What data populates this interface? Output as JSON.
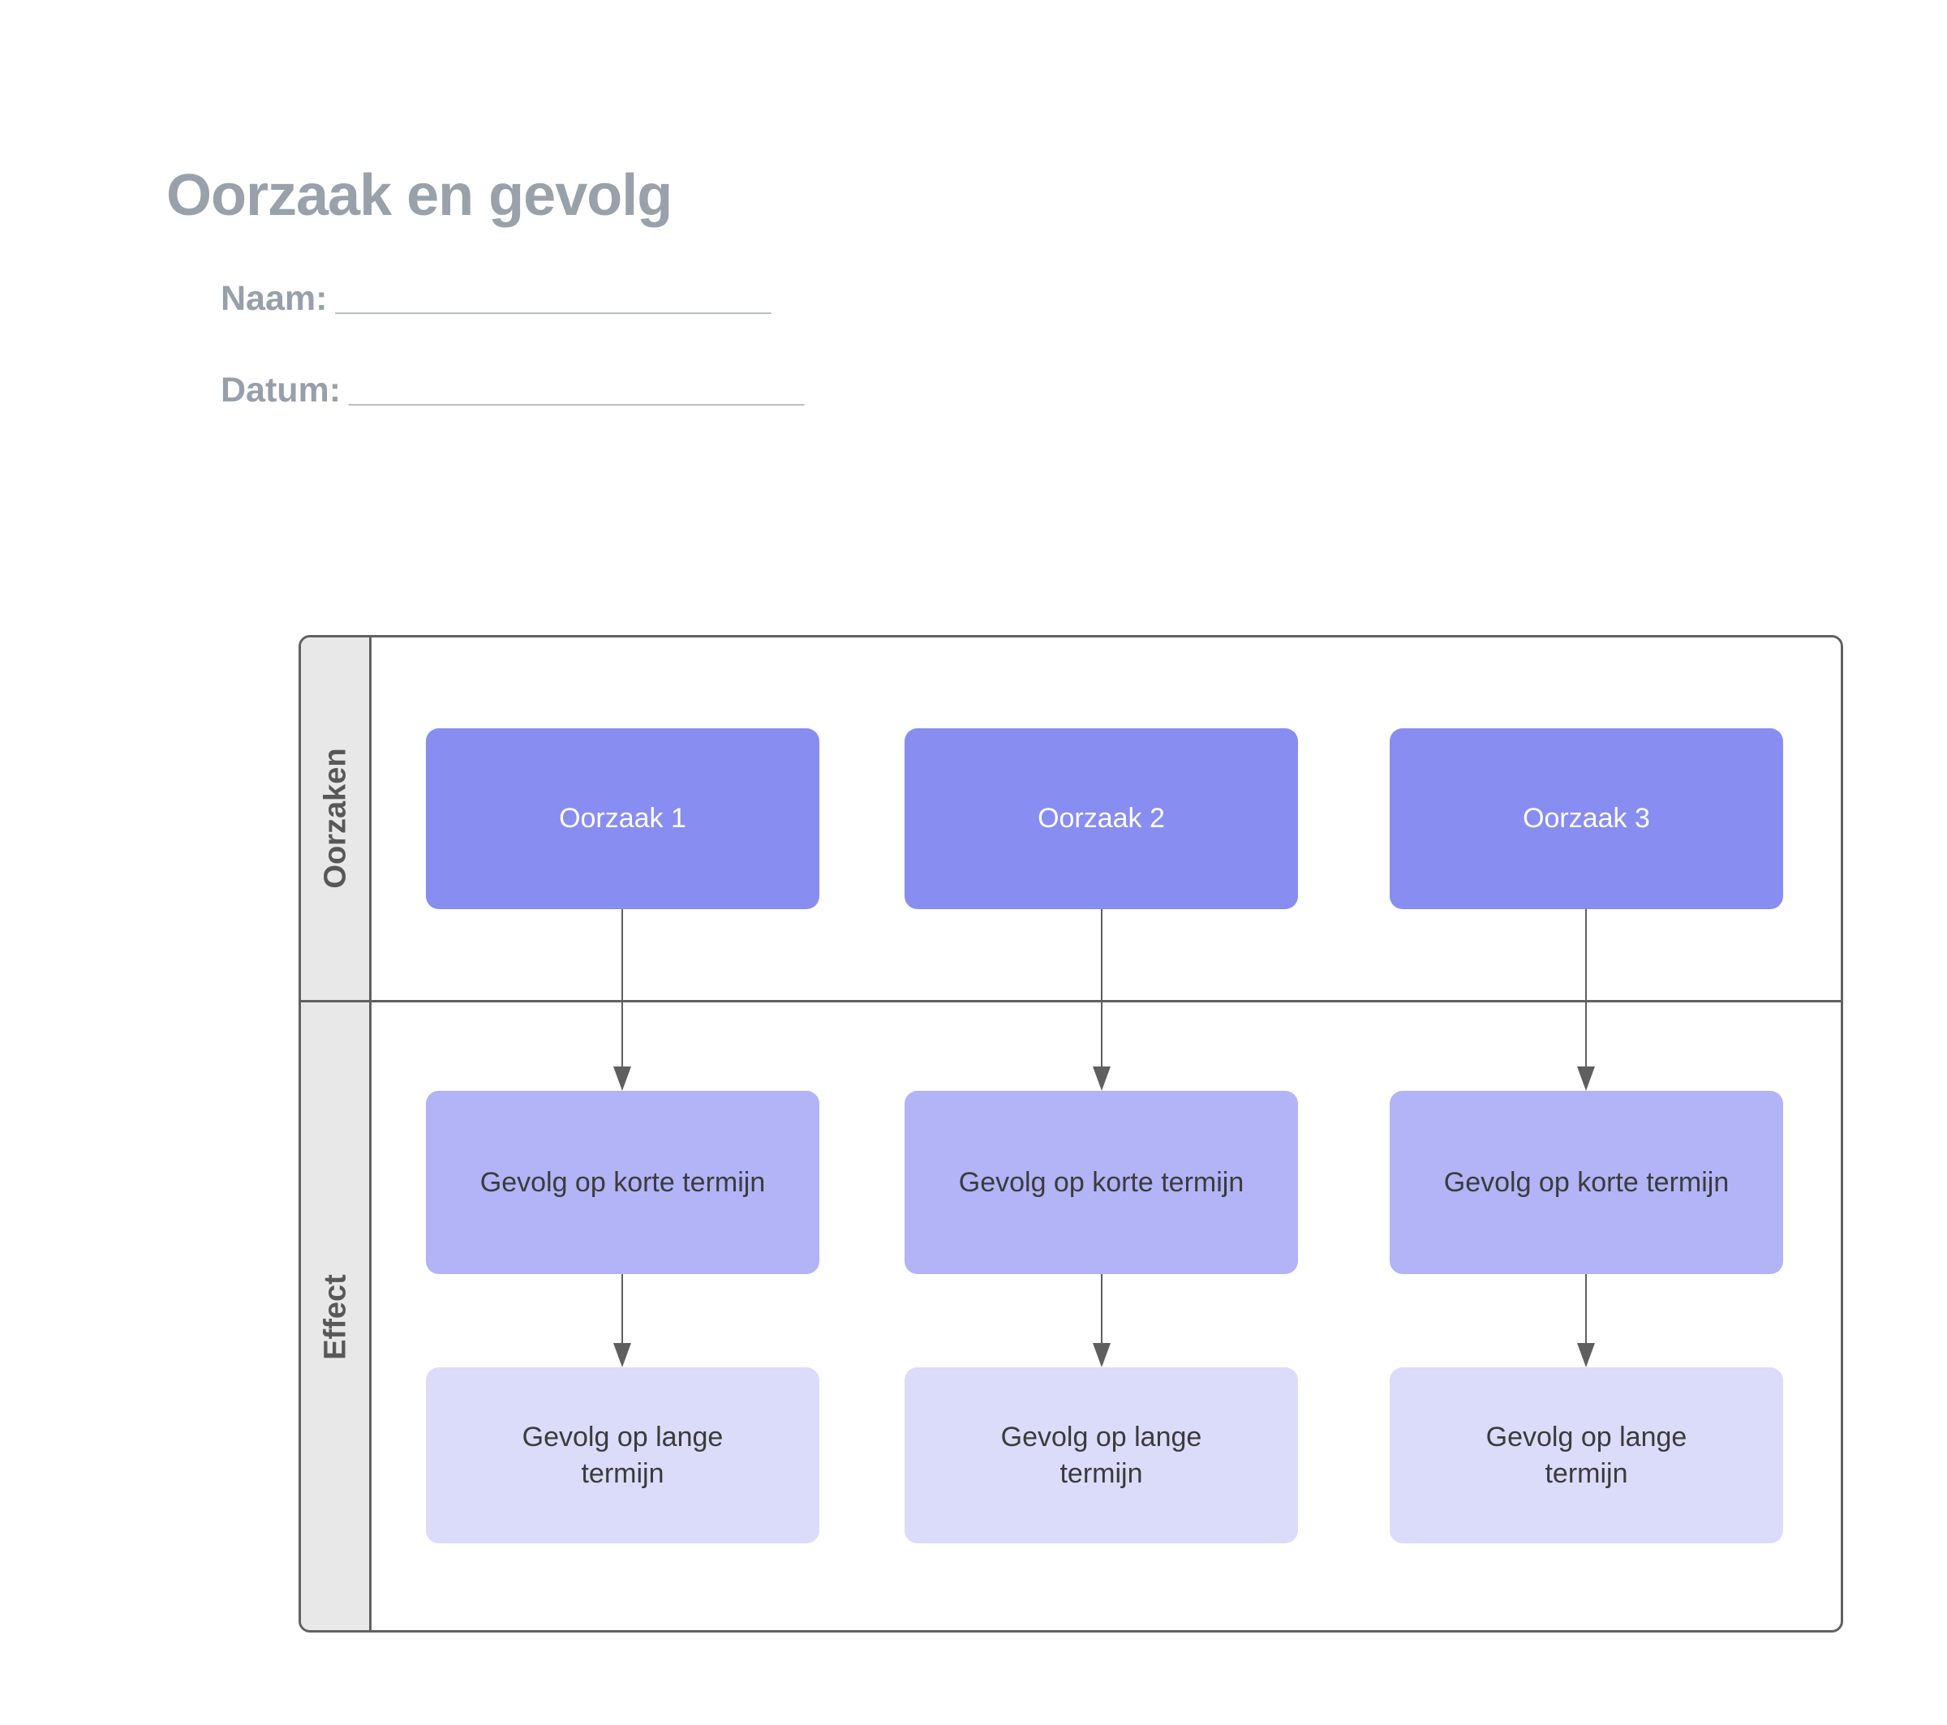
{
  "page": {
    "title": "Oorzaak en gevolg",
    "background": "#FFFFFF"
  },
  "form": {
    "name_label": "Naam:",
    "name_line": "______________________",
    "date_label": "Datum:",
    "date_line": "_______________________"
  },
  "diagram": {
    "causes_row_label": "Oorzaken",
    "effect_row_label": "Effect",
    "columns": [
      {
        "cause": "Oorzaak 1",
        "short_term": "Gevolg op korte termijn",
        "long_term": "Gevolg op lange termijn"
      },
      {
        "cause": "Oorzaak 2",
        "short_term": "Gevolg op korte termijn",
        "long_term": "Gevolg op lange termijn"
      },
      {
        "cause": "Oorzaak 3",
        "short_term": "Gevolg op korte termijn",
        "long_term": "Gevolg op lange termijn"
      }
    ],
    "colors": {
      "cause_box": "#888DF2",
      "short_term_box": "#B2B4F7",
      "long_term_box": "#DBDCFA",
      "band_background": "#E8E8E8",
      "border": "#616161",
      "arrow": "#5F5F5F",
      "cause_text": "#FFFFFF",
      "effect_text": "#3B3B3B",
      "heading_text": "#99A1AB"
    }
  }
}
